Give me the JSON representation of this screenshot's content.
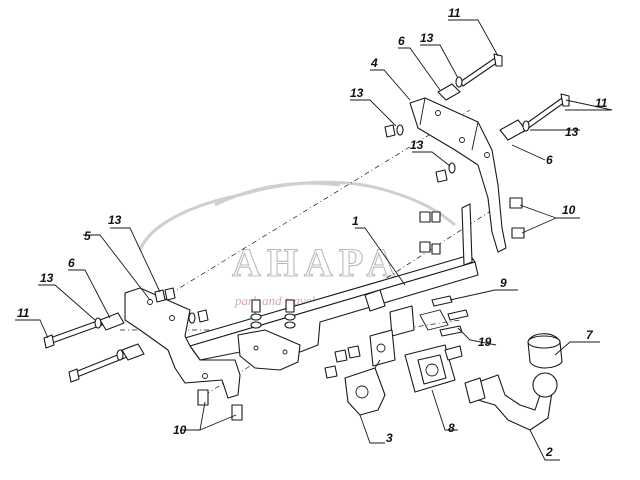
{
  "callouts": {
    "c1": "1",
    "c2": "2",
    "c3": "3",
    "c4": "4",
    "c5": "5",
    "c6a": "6",
    "c6b": "6",
    "c6c": "6",
    "c7": "7",
    "c8": "8",
    "c9": "9",
    "c10a": "10",
    "c10b": "10",
    "c11a": "11",
    "c11b": "11",
    "c11c": "11",
    "c13a": "13",
    "c13b": "13",
    "c13c": "13",
    "c13d": "13",
    "c13e": "13",
    "c13f": "13",
    "c19": "19"
  },
  "watermark": {
    "brand": "AHAPA",
    "tagline": "park and travel"
  },
  "colors": {
    "line": "#1a1a1a",
    "watermark": "#b9b9b9",
    "watermark_tagline": "#d8a8a8"
  }
}
